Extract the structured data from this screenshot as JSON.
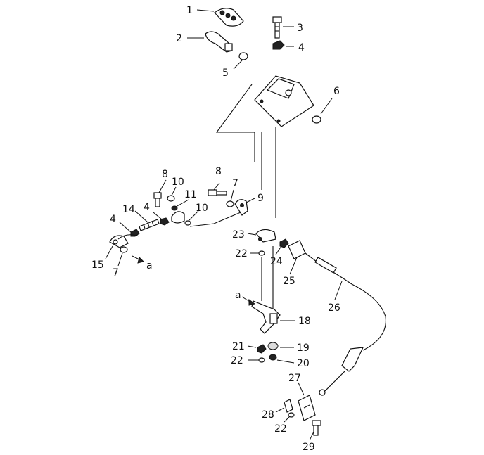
{
  "callouts": {
    "c1": "1",
    "c2": "2",
    "c3": "3",
    "c4a": "4",
    "c5": "5",
    "c6": "6",
    "c8a": "8",
    "c10a": "10",
    "c11": "11",
    "c4b": "4",
    "c8b": "8",
    "c7a": "7",
    "c9": "9",
    "c10b": "10",
    "c4c": "4",
    "c14": "14",
    "c15": "15",
    "c7b": "7",
    "ref_a1": "a",
    "c23": "23",
    "c22a": "22",
    "c24": "24",
    "c25": "25",
    "c26": "26",
    "ref_a2": "a",
    "c18": "18",
    "c21": "21",
    "c19": "19",
    "c22b": "22",
    "c20": "20",
    "c27": "27",
    "c28": "28",
    "c22c": "22",
    "c29": "29"
  },
  "colors": {
    "ink": "#111111",
    "background": "#ffffff"
  }
}
